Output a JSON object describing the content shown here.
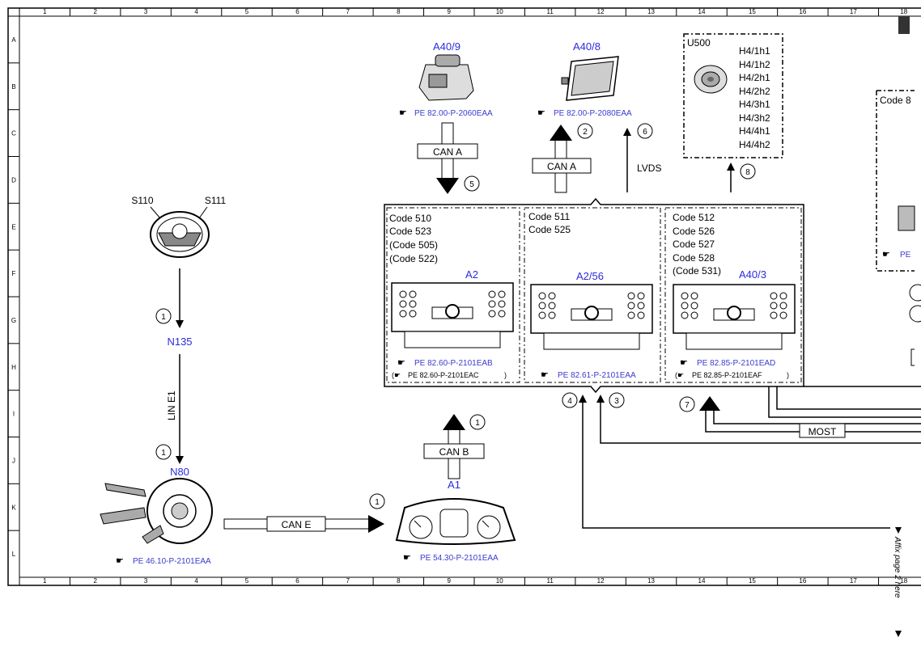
{
  "frame": {
    "columns": [
      "1",
      "2",
      "3",
      "4",
      "5",
      "6",
      "7",
      "8",
      "9",
      "10",
      "11",
      "12",
      "13",
      "14",
      "15",
      "16",
      "17",
      "18"
    ],
    "rows": [
      "A",
      "B",
      "C",
      "D",
      "E",
      "F",
      "G",
      "H",
      "I",
      "J",
      "K",
      "L"
    ]
  },
  "components": {
    "a40_9": {
      "label": "A40/9",
      "ref": "PE 82.00-P-2060EAA"
    },
    "a40_8": {
      "label": "A40/8",
      "ref": "PE 82.00-P-2080EAA"
    },
    "u500": {
      "label": "U500",
      "speakers": [
        "H4/1h1",
        "H4/1h2",
        "H4/2h1",
        "H4/2h2",
        "H4/3h1",
        "H4/3h2",
        "H4/4h1",
        "H4/4h2"
      ]
    },
    "codebox_right": {
      "label": "Code 8",
      "ref": "PE"
    },
    "s110": {
      "label": "S110"
    },
    "s111": {
      "label": "S111"
    },
    "n135": {
      "label": "N135"
    },
    "n80": {
      "label": "N80",
      "ref": "PE 46.10-P-2101EAA"
    },
    "a1": {
      "label": "A1",
      "ref": "PE 54.30-P-2101EAA"
    },
    "a2": {
      "label": "A2",
      "codes": [
        "Code 510",
        "Code 523",
        "(Code 505)",
        "(Code 522)"
      ],
      "ref": "PE 82.60-P-2101EAB",
      "ref_alt": "PE 82.60-P-2101EAC"
    },
    "a2_56": {
      "label": "A2/56",
      "codes": [
        "Code 511",
        "Code 525"
      ],
      "ref": "PE 82.61-P-2101EAA"
    },
    "a40_3": {
      "label": "A40/3",
      "codes": [
        "Code 512",
        "Code 526",
        "Code 527",
        "Code 528",
        "(Code 531)"
      ],
      "ref": "PE 82.85-P-2101EAD",
      "ref_alt": "PE 82.85-P-2101EAF"
    }
  },
  "buses": {
    "can_a_1": "CAN A",
    "can_a_2": "CAN A",
    "lvds": "LVDS",
    "can_b": "CAN B",
    "can_e": "CAN E",
    "lin": "LIN E1",
    "most": "MOST"
  },
  "markers": {
    "m1a": "1",
    "m1b": "1",
    "m1c": "1",
    "m1d": "1",
    "m2": "2",
    "m3": "3",
    "m4": "4",
    "m5": "5",
    "m6": "6",
    "m7": "7",
    "m8": "8"
  },
  "side_note": "Affix page 2 here"
}
